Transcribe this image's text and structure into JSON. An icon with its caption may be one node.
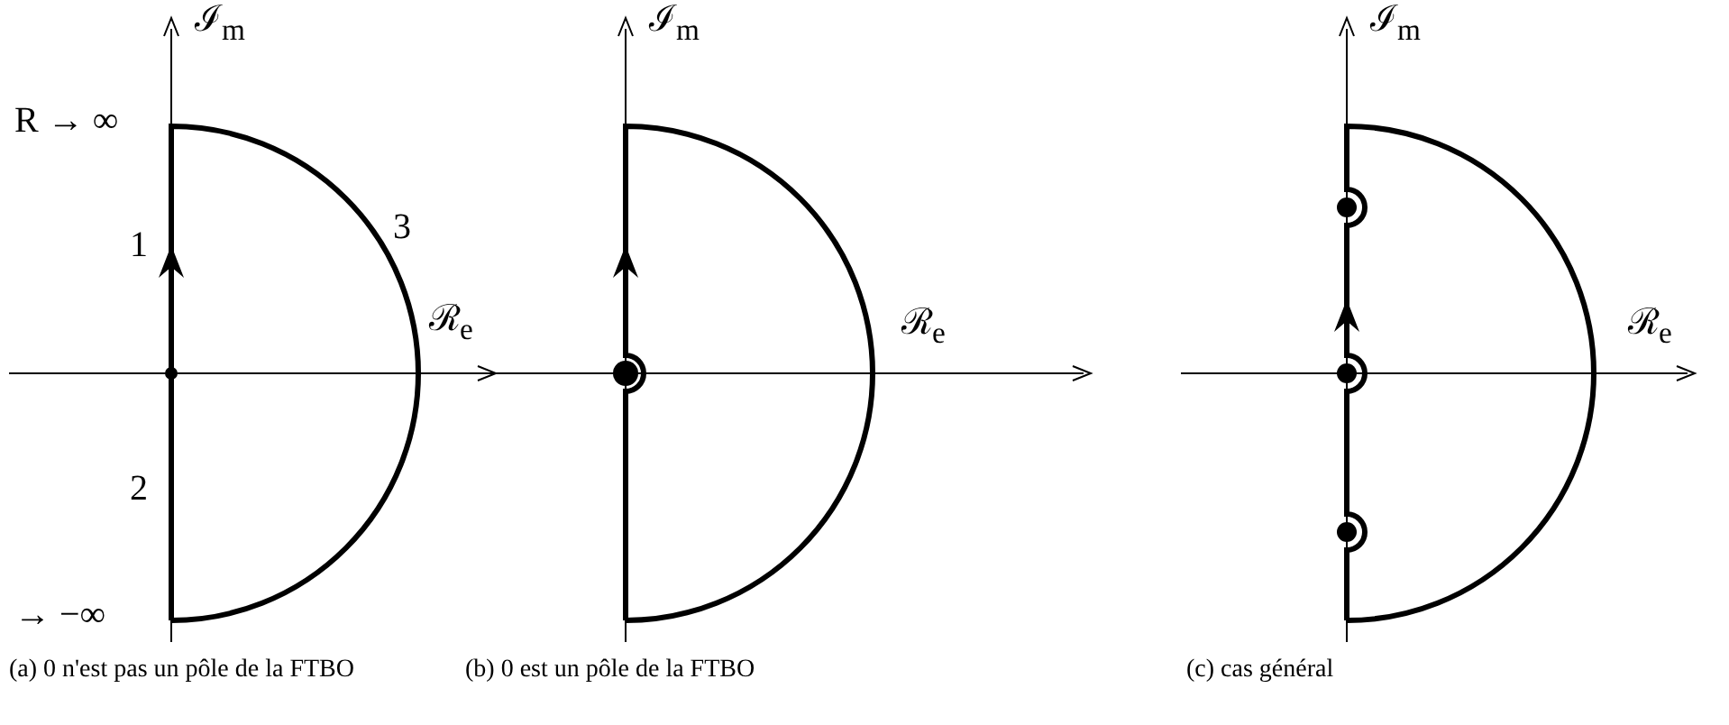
{
  "diagram": {
    "labels": [
      "ℐ$_{m}$",
      "R → ∞",
      "1",
      "3",
      "ℛ$_{e}$",
      "2",
      "→ −∞",
      "ℐ$_{m}$",
      "ℛ$_{e}$",
      "ℐ$_{m}$",
      "ℛ$_{e}$",
      "(a) 0 n'est pas un pôle de la FTBO",
      "(b) 0 est un pôle de la FTBO",
      "(c) cas général"
    ]
  }
}
